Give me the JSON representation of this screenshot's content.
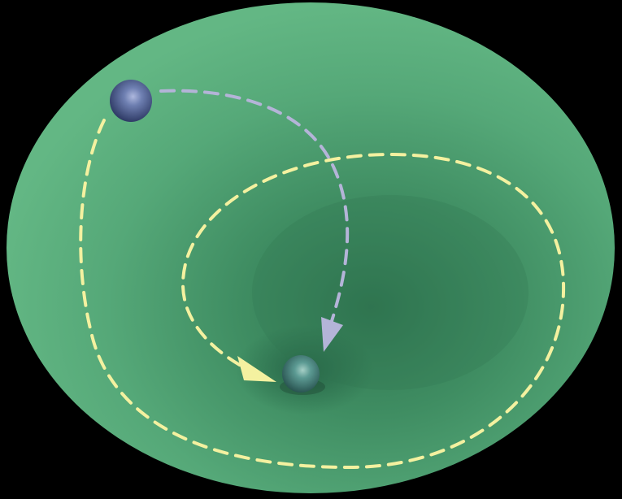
{
  "colors": {
    "background": "#000000",
    "surface_light": "#63b784",
    "surface_mid": "#4fa274",
    "surface_dark": "#2f7550",
    "spiral_path": "#f4f1a0",
    "direct_path": "#b4b4d8",
    "ball_start": "#5a6a9c",
    "ball_end": "#4f8f88"
  },
  "objects": {
    "start_ball": "sphere",
    "end_ball": "sphere",
    "spiral_path": "yellow-dashed-arrow",
    "direct_path": "lavender-dashed-arrow",
    "surface": "green-potential-well"
  }
}
